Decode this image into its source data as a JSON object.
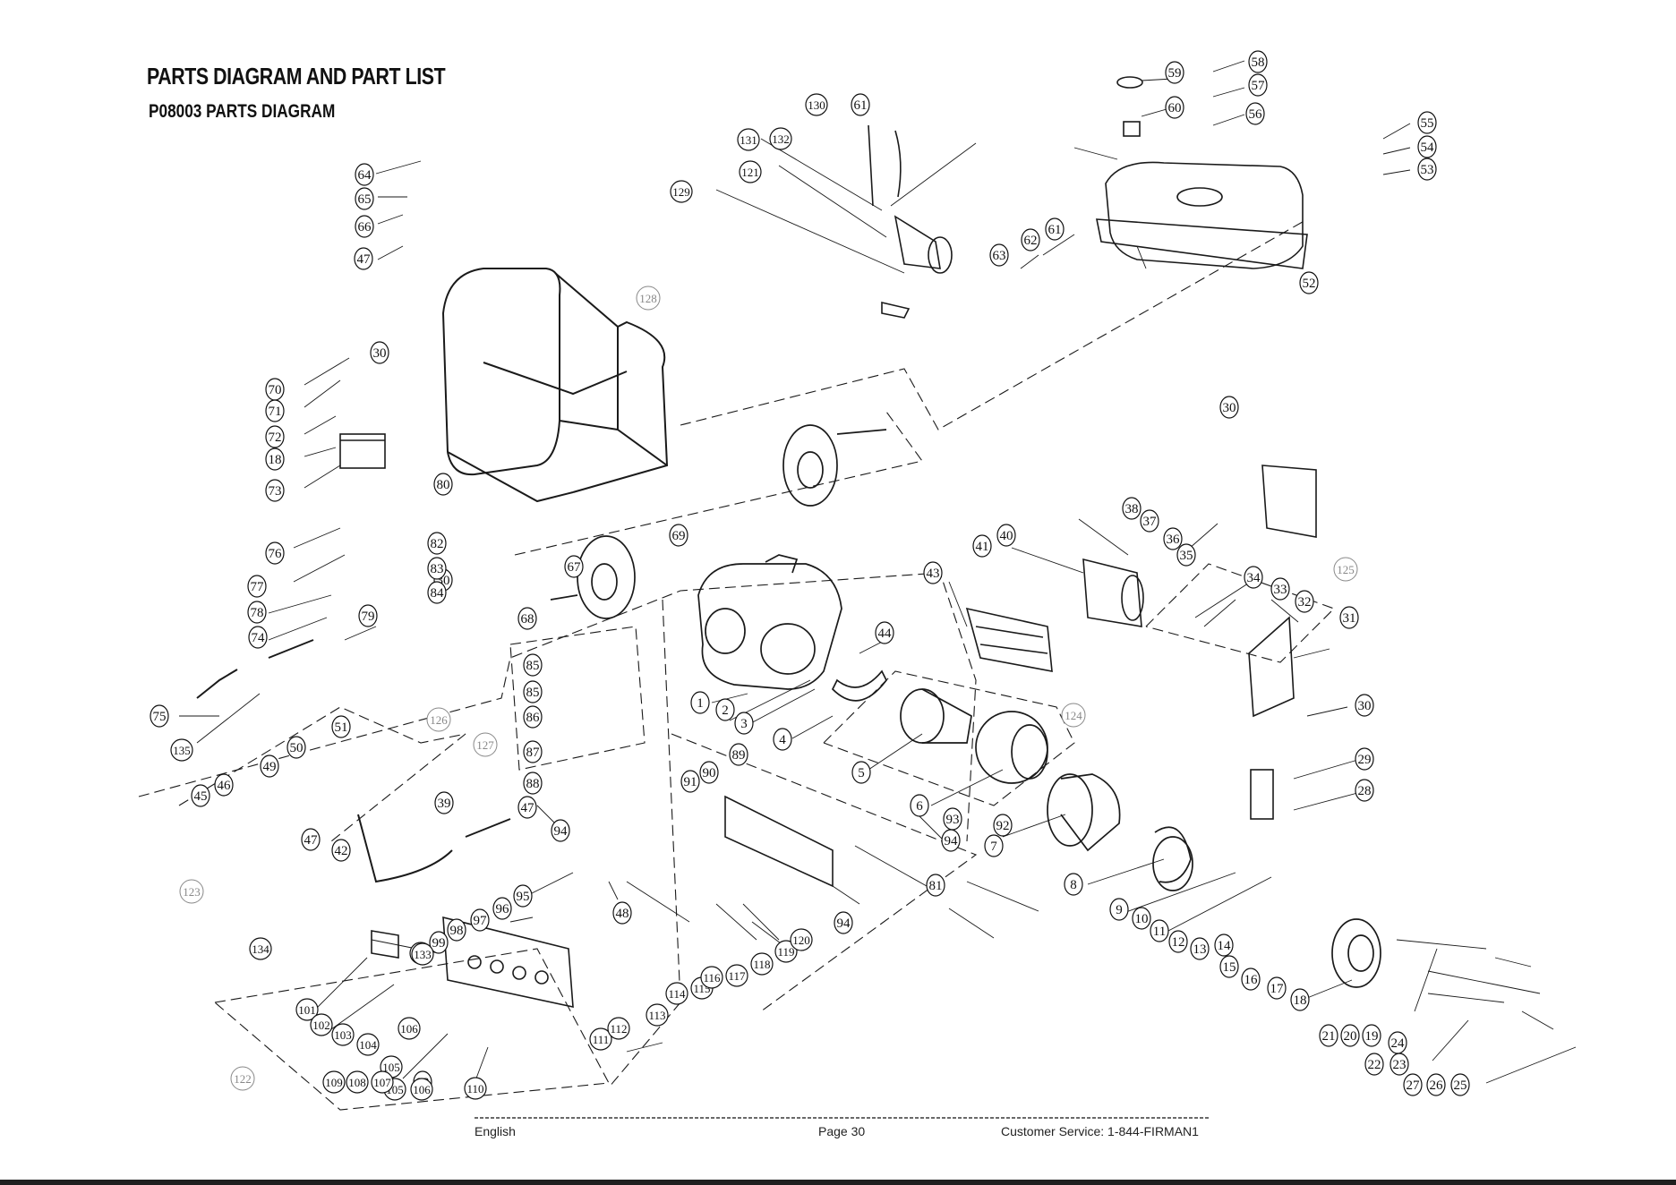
{
  "page": {
    "heading": "PARTS DIAGRAM AND PART LIST",
    "subheading": "P08003 PARTS DIAGRAM"
  },
  "footer": {
    "language": "English",
    "page": "Page 30",
    "service": "Customer Service: 1-844-FIRMAN1"
  },
  "callouts": [
    "1",
    "2",
    "3",
    "4",
    "5",
    "6",
    "7",
    "8",
    "9",
    "10",
    "11",
    "12",
    "13",
    "14",
    "15",
    "16",
    "17",
    "18",
    "19",
    "20",
    "21",
    "22",
    "23",
    "24",
    "25",
    "26",
    "27",
    "28",
    "29",
    "30",
    "30",
    "30",
    "30",
    "31",
    "32",
    "33",
    "34",
    "35",
    "36",
    "37",
    "38",
    "39",
    "40",
    "41",
    "42",
    "43",
    "44",
    "45",
    "46",
    "47",
    "47",
    "47",
    "48",
    "49",
    "50",
    "51",
    "52",
    "53",
    "54",
    "55",
    "56",
    "57",
    "58",
    "59",
    "60",
    "61",
    "61",
    "62",
    "63",
    "64",
    "65",
    "66",
    "67",
    "68",
    "69",
    "70",
    "71",
    "72",
    "18",
    "73",
    "74",
    "75",
    "76",
    "77",
    "78",
    "79",
    "80",
    "81",
    "82",
    "83",
    "83",
    "84",
    "85",
    "85",
    "86",
    "87",
    "88",
    "89",
    "90",
    "91",
    "92",
    "93",
    "94",
    "94",
    "94",
    "95",
    "96",
    "97",
    "98",
    "99",
    "100",
    "101",
    "102",
    "103",
    "104",
    "105",
    "105",
    "106",
    "106",
    "107",
    "108",
    "109",
    "110",
    "111",
    "112",
    "113",
    "114",
    "115",
    "116",
    "117",
    "118",
    "119",
    "120",
    "121",
    "129",
    "130",
    "131",
    "132",
    "133",
    "134",
    "135",
    "136"
  ],
  "group_labels": [
    "122",
    "123",
    "124",
    "125",
    "126",
    "127",
    "128"
  ]
}
